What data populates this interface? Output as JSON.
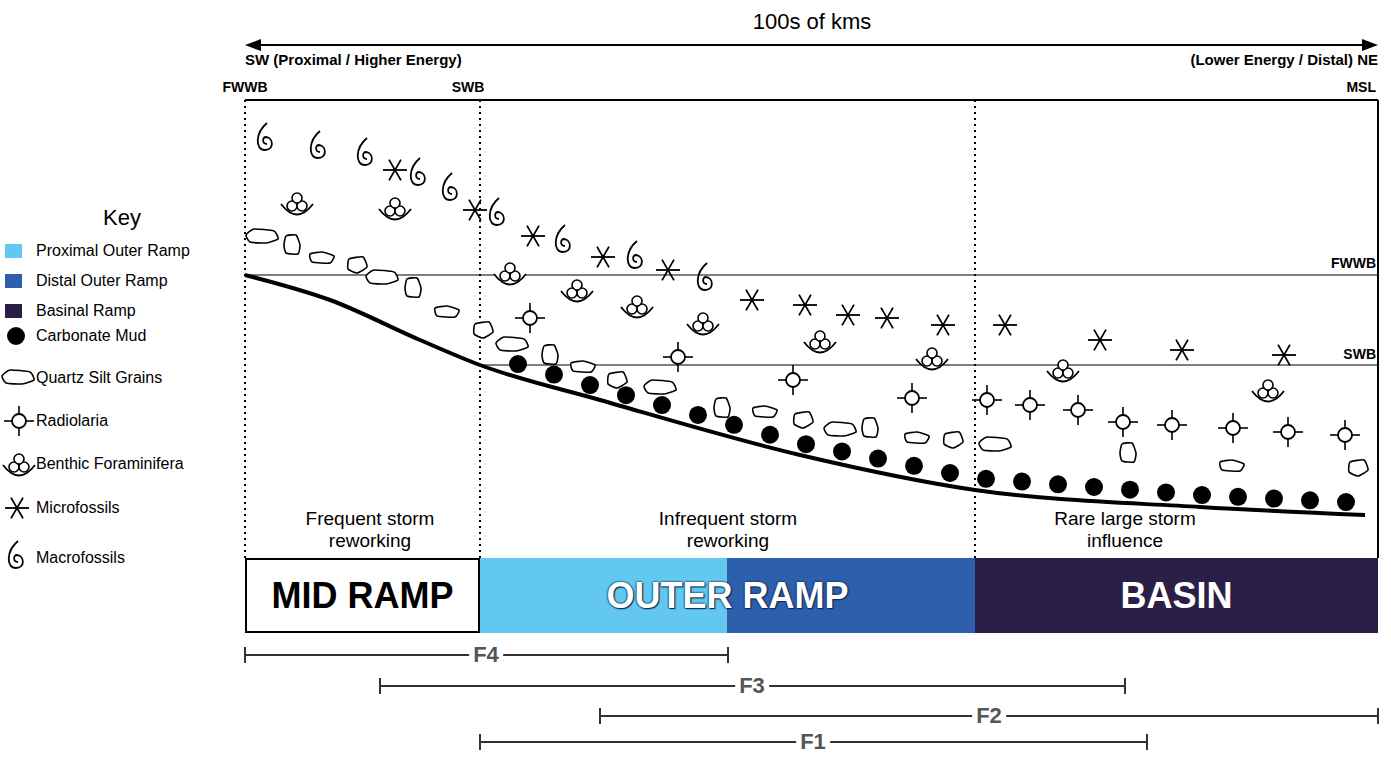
{
  "diagram": {
    "nodes": [
      {
        "text": [
          "MID RAMP"
        ]
      },
      {
        "text": [
          "OUTER RAMP"
        ]
      },
      {
        "text": [
          "BASIN"
        ]
      }
    ],
    "labels": [
      "100s of kms",
      "SW (Proximal / Higher Energy)",
      "(Lower Energy / Distal) NE",
      "FWWB",
      "SWB",
      "MSL",
      "FWWB",
      "SWB",
      "Key",
      "Frequent storm reworking",
      "Infrequent storm reworking",
      "Rare large storm influence",
      "F4",
      "F3",
      "F2",
      "F1"
    ],
    "legend": [
      {
        "text": "Proximal Outer Ramp",
        "color": "#63c8ef"
      },
      {
        "text": "Distal Outer Ramp",
        "color": "#2e5fad"
      },
      {
        "text": "Basinal Ramp",
        "color": "#2b1f47"
      },
      {
        "text": "Carbonate Mud"
      },
      {
        "text": "Quartz Silt Grains"
      },
      {
        "text": "Radiolaria"
      },
      {
        "text": "Benthic Foraminifera"
      },
      {
        "text": "Microfossils"
      },
      {
        "text": "Macrofossils"
      }
    ]
  }
}
